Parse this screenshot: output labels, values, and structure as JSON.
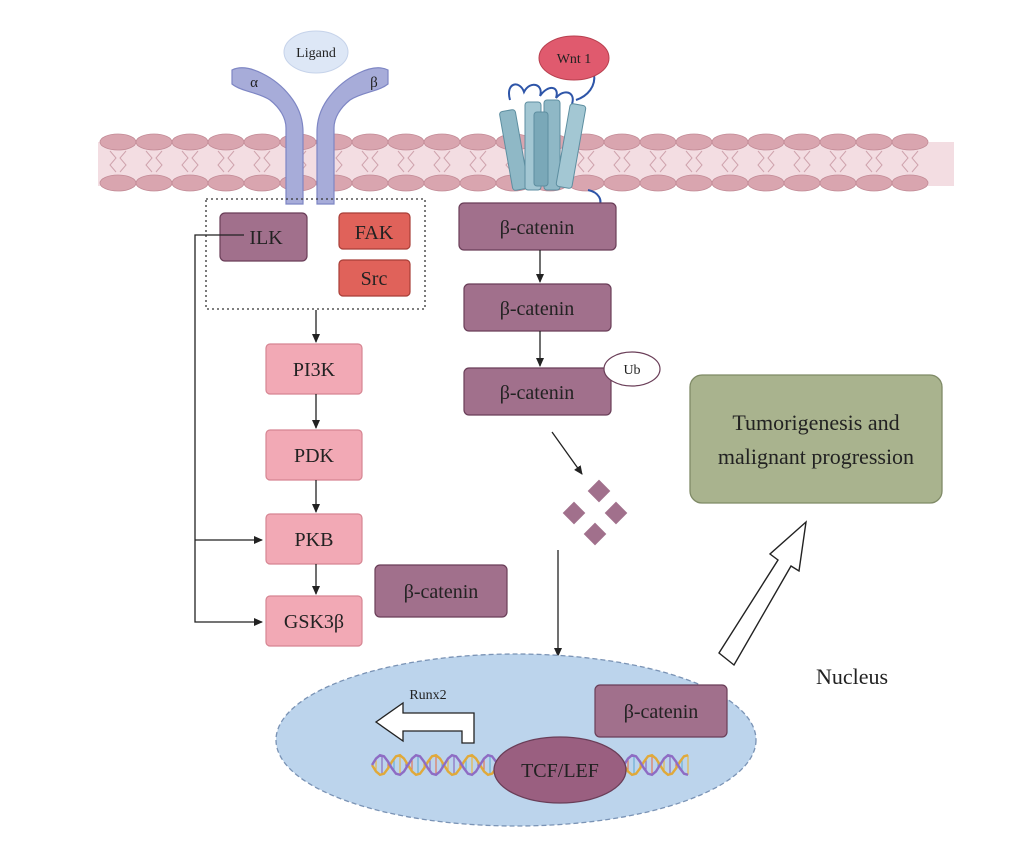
{
  "colors": {
    "membrane": "#e8c2c9",
    "membrane_head": "#d9a5af",
    "integrin": "#a7acd9",
    "integrin_stroke": "#7e86c4",
    "ligand": "#dde7f6",
    "wnt": "#e05a6e",
    "receptor": "#8fb8c6",
    "beta_catenin": "#a1708c",
    "beta_catenin_stroke": "#6a3e58",
    "fak_src": "#e0625a",
    "pathway": "#f2a9b5",
    "pathway_stroke": "#d68592",
    "tumor_box": "#a9b38e",
    "nucleus": "#bcd4ec",
    "tcf": "#9a5f80"
  },
  "membrane_labels": {
    "ligand": "Ligand",
    "alpha": "α",
    "beta": "β",
    "wnt": "Wnt 1"
  },
  "focal_complex": {
    "ilk": "ILK",
    "fak": "FAK",
    "src": "Src"
  },
  "pi3k_pathway": {
    "pi3k": "PI3K",
    "pdk": "PDK",
    "pkb": "PKB",
    "gsk3b": "GSK3β"
  },
  "wnt_pathway": {
    "catenin_1": "β-catenin",
    "catenin_2": "β-catenin",
    "catenin_3": "β-catenin",
    "ubiquitin": "Ub",
    "catenin_free": "β-catenin"
  },
  "outcome": {
    "line1": "Tumorigenesis and",
    "line2": "malignant progression"
  },
  "nucleus": {
    "label": "Nucleus",
    "gene": "Runx2",
    "catenin": "β-catenin",
    "tcf_lef": "TCF/LEF"
  }
}
